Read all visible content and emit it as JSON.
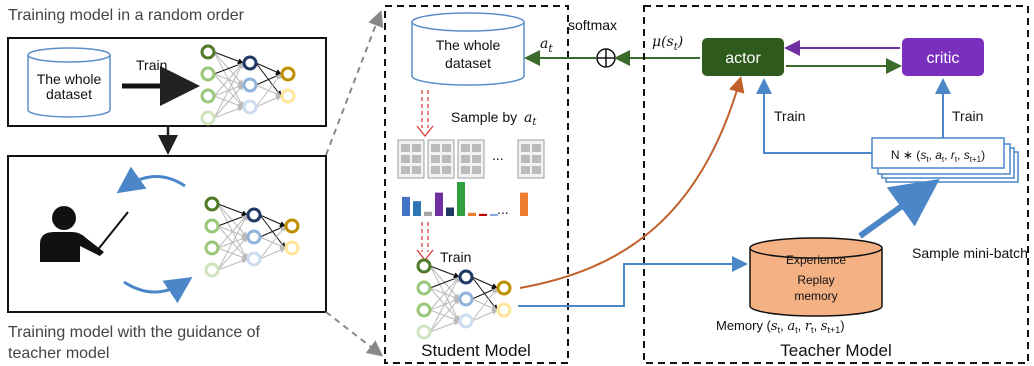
{
  "left": {
    "caption_top": "Training model in a random order",
    "dataset_label_1": "The whole",
    "dataset_label_2": "dataset",
    "train_label": "Train",
    "caption_bottom_1": "Training model with the guidance of",
    "caption_bottom_2": "teacher model"
  },
  "student": {
    "dataset_label_1": "The whole",
    "dataset_label_2": "dataset",
    "sample_label": "Sample by",
    "train_label": "Train",
    "ellipsis": "...",
    "title": "Student Model"
  },
  "middle": {
    "softmax_label": "softmax",
    "at_label": "a",
    "at_sub": "t",
    "mu_label": "μ(s",
    "mu_sub": "t",
    "mu_close": ")"
  },
  "teacher": {
    "actor_label": "actor",
    "critic_label": "critic",
    "train_left": "Train",
    "train_right": "Train",
    "batch_label": "N ∗ (s_t, a_t, r_t, s_t+1)",
    "sample_minibatch": "Sample mini-batch",
    "memory_line1": "Experience",
    "memory_line2": "Replay",
    "memory_line3": "memory",
    "memory_caption": "Memory (s_t, a_t, r_t, s_t+1)",
    "title": "Teacher Model"
  },
  "colors": {
    "actor": "#2f5a1e",
    "critic": "#7b2fbf",
    "memory": "#f4b183",
    "arrow_blue": "#4a86c8",
    "arrow_orange": "#c0602a",
    "arrow_purple": "#7030a0",
    "arrow_green": "#3a6b2a",
    "dataset_border": "#5b8ec9",
    "dashed_red": "#d9302c",
    "node_green": "#4e7a2a",
    "node_lightgreen": "#9bc77a",
    "node_navy": "#1f3864",
    "node_lightblue": "#8fb3dc",
    "node_gold": "#bf8f00",
    "node_lightgold": "#ffe599"
  },
  "histogram_values": [
    18,
    14,
    4,
    22,
    8,
    32,
    3,
    2,
    2,
    22
  ],
  "histogram_colors": [
    "#4472c4",
    "#2e75b6",
    "#a5a5a5",
    "#7030a0",
    "#1f3864",
    "#2e9f3e",
    "#ed7d31",
    "#c00000",
    "#8faadc",
    "#ed7d31"
  ]
}
